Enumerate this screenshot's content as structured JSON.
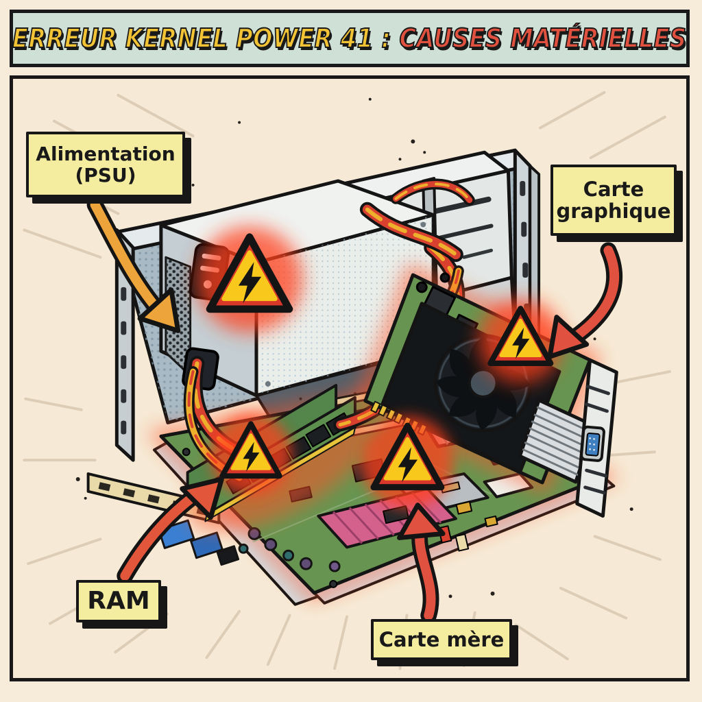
{
  "banner": {
    "title_left": "ERREUR KERNEL POWER 41 :",
    "title_right": "CAUSES MATÉRIELLES"
  },
  "labels": {
    "psu": {
      "line1": "Alimentation",
      "line2": "(PSU)"
    },
    "gpu": {
      "line1": "Carte",
      "line2": "graphique"
    },
    "ram": {
      "line1": "RAM"
    },
    "motherboard": {
      "line1": "Carte mère"
    }
  },
  "icons": {
    "psu_warning": "high-voltage-warning-triangle",
    "gpu_warning": "high-voltage-warning-triangle",
    "ram_warning": "high-voltage-warning-triangle",
    "motherboard_warning": "high-voltage-warning-triangle"
  },
  "colors": {
    "page_background": "#f7ecda",
    "panel_background": "#f6ead6",
    "banner_background": "#cfe0d6",
    "title_yellow": "#f2c335",
    "title_red": "#e0523f",
    "label_background": "#f4ec9e",
    "outline_black": "#191919",
    "warning_yellow": "#f8c81c",
    "warning_red": "#d8372a",
    "glow_orange": "#ff5226",
    "pcb_green": "#679551",
    "case_gray": "#dde2e4",
    "wire_red": "#d8402f",
    "wire_yellow": "#eeb02c",
    "arrow_orange": "#eda43b",
    "arrow_red": "#e0523f"
  }
}
